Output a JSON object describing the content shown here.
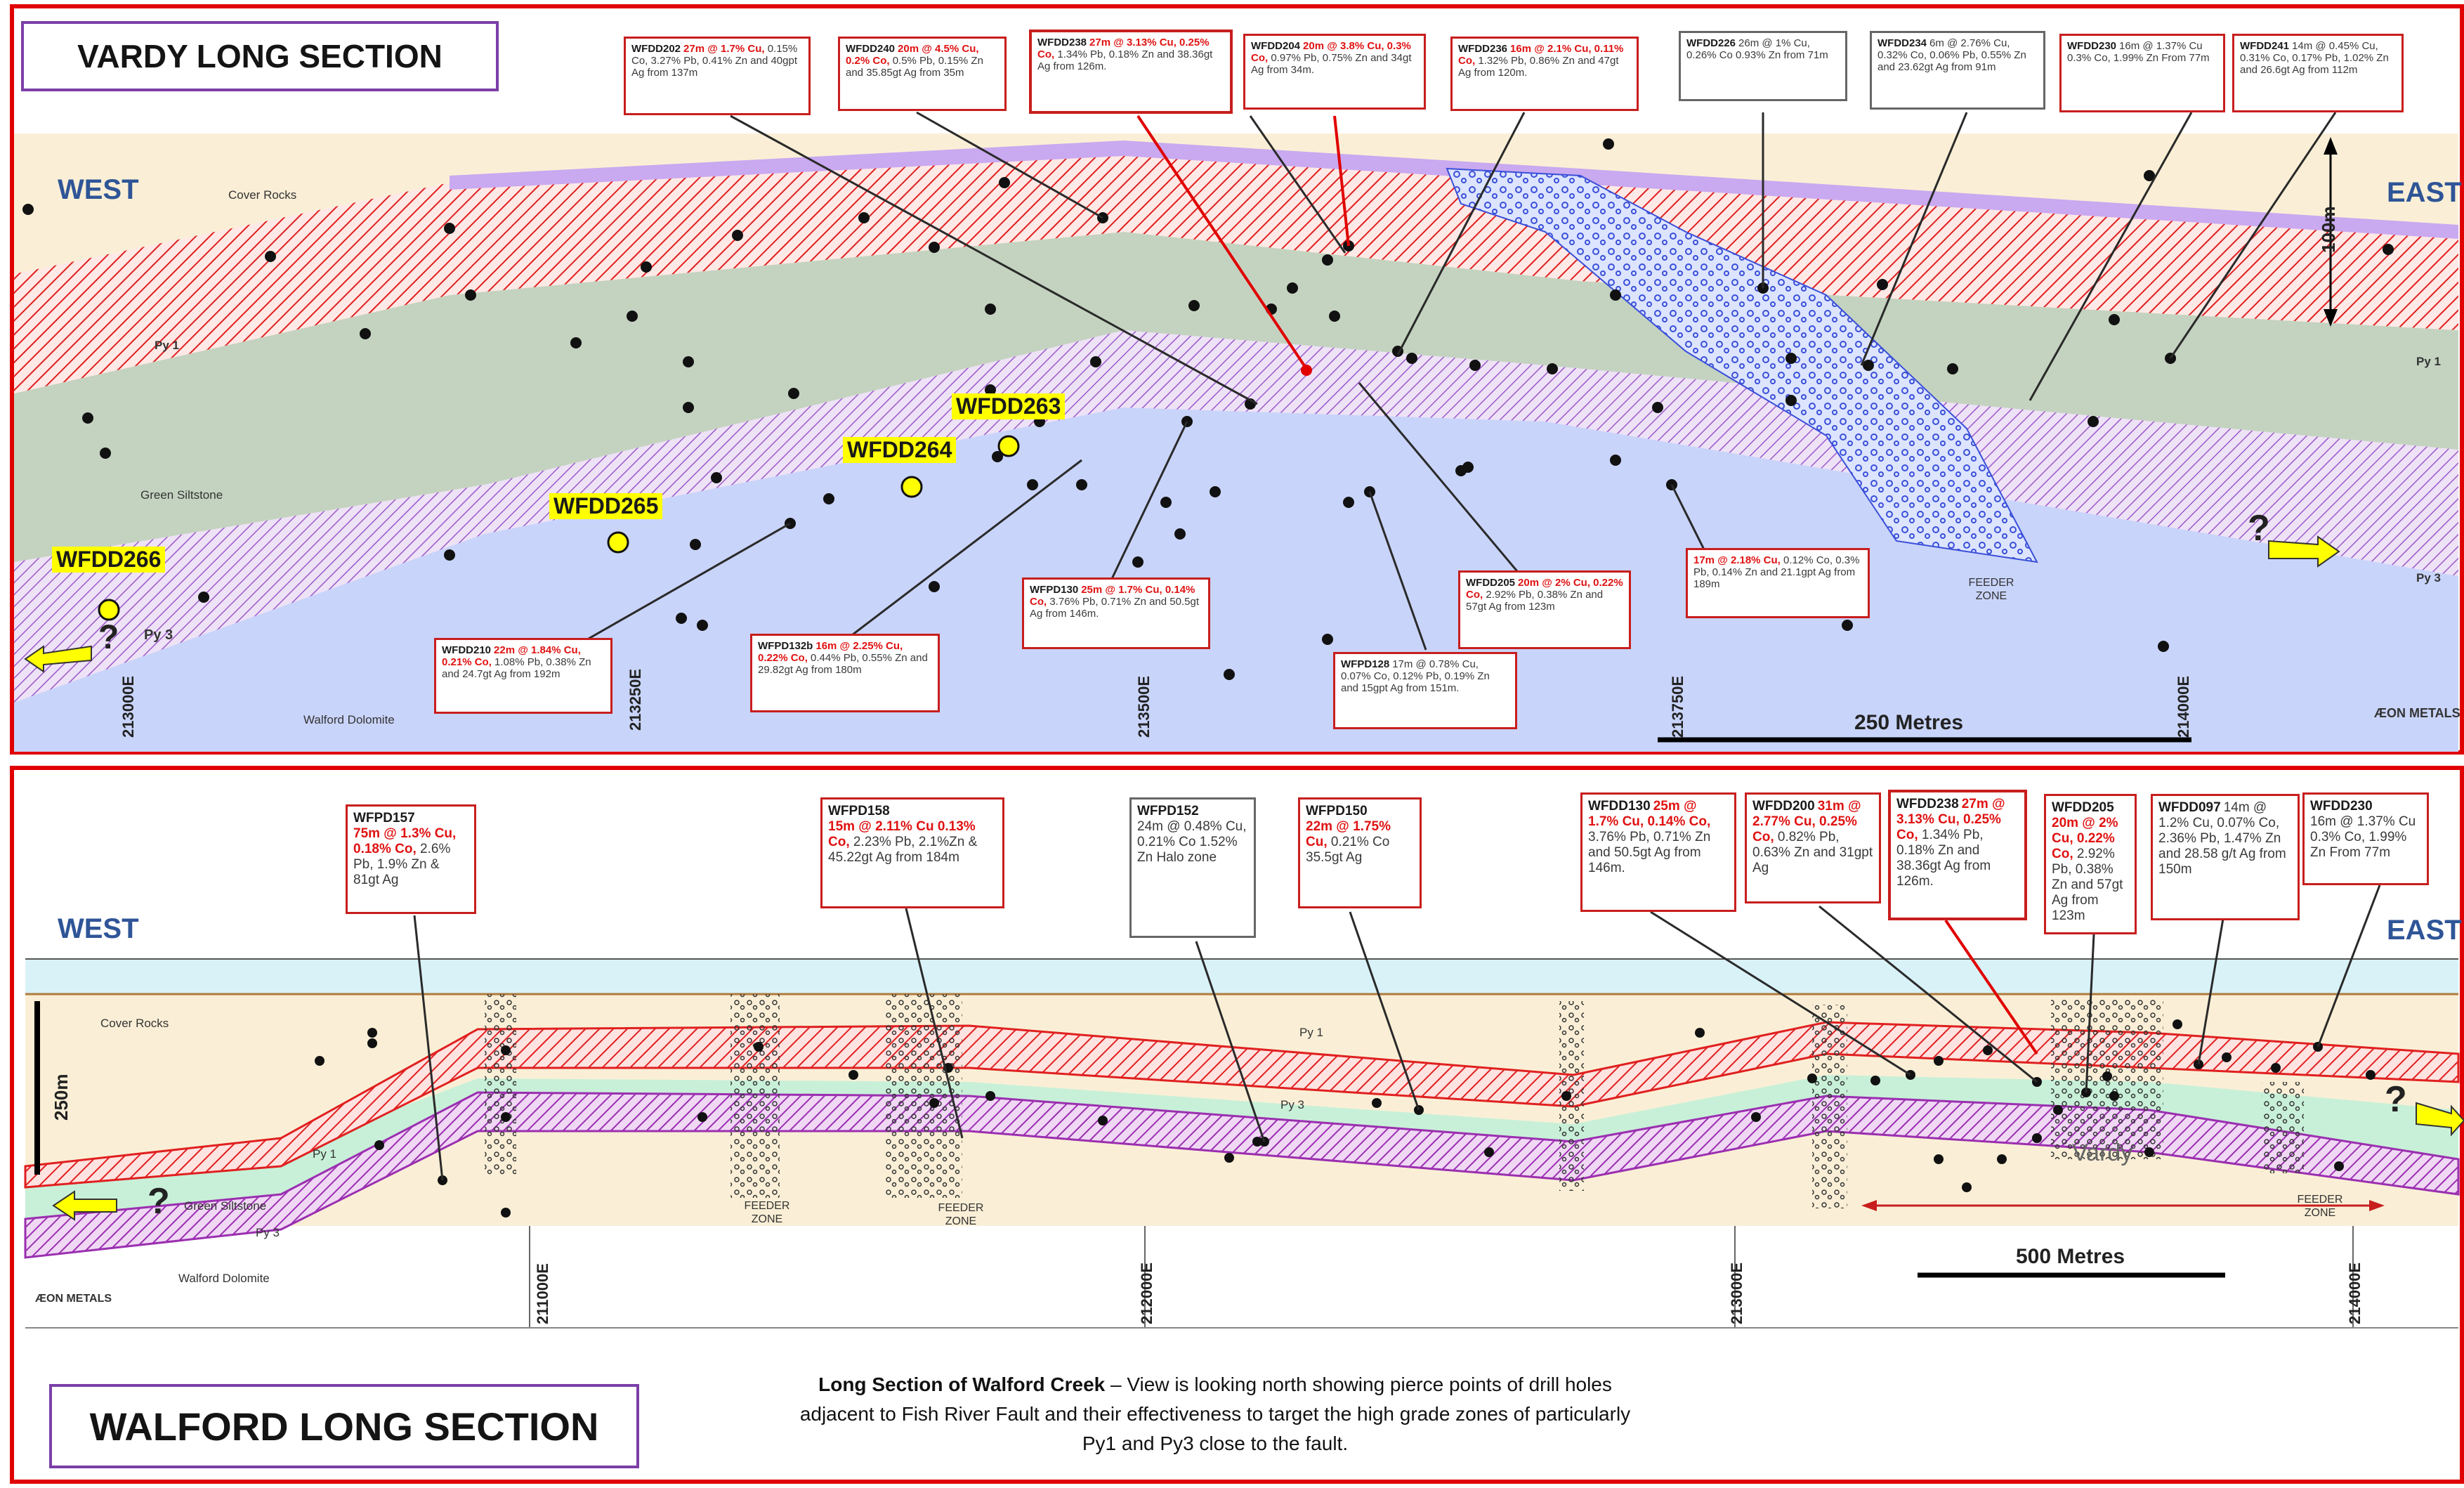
{
  "vardy": {
    "title": "VARDY LONG SECTION",
    "west": "WEST",
    "east": "EAST",
    "rocks": {
      "cover": "Cover Rocks",
      "py1_left": "Py 1",
      "py1_right": "Py 1",
      "green": "Green Siltstone",
      "py3_left": "Py 3",
      "py3_right": "Py 3",
      "dolomite": "Walford Dolomite",
      "feeder_1": "FEEDER",
      "feeder_2": "ZONE"
    },
    "vertical_scale": "100m",
    "scale_bar": "250 Metres",
    "eastings": [
      "213000E",
      "213250E",
      "213500E",
      "213750E",
      "214000E"
    ],
    "target_holes": [
      "WFDD263",
      "WFDD264",
      "WFDD265",
      "WFDD266"
    ],
    "logo": "ÆON METALS",
    "callouts_top": [
      {
        "hole": "WFDD202",
        "red": "27m @ 1.7% Cu,",
        "text": " 0.15% Co, 3.27% Pb, 0.41% Zn and 40gpt Ag from 137m"
      },
      {
        "hole": "WFDD240",
        "red": "20m @ 4.5% Cu, 0.2% Co,",
        "text": " 0.5% Pb, 0.15% Zn and 35.85gt Ag from 35m"
      },
      {
        "hole": "WFDD238",
        "red": "27m @ 3.13% Cu, 0.25% Co,",
        "text": " 1.34% Pb, 0.18% Zn and 38.36gt Ag from 126m."
      },
      {
        "hole": "WFDD204",
        "red": "20m @ 3.8% Cu, 0.3% Co,",
        "text": " 0.97% Pb, 0.75% Zn and 34gt Ag from 34m."
      },
      {
        "hole": "WFDD236",
        "red": "16m @ 2.1% Cu, 0.11% Co,",
        "text": " 1.32% Pb, 0.86% Zn and 47gt Ag from 120m."
      },
      {
        "hole": "WFDD226",
        "red": "",
        "text": "26m @ 1% Cu, 0.26% Co 0.93% Zn from 71m"
      },
      {
        "hole": "WFDD234",
        "red": "",
        "text": "6m @ 2.76% Cu, 0.32% Co, 0.06% Pb, 0.55% Zn and 23.62gt Ag from 91m"
      },
      {
        "hole": "WFDD230",
        "red": "",
        "text": "16m @ 1.37% Cu 0.3% Co, 1.99% Zn From 77m"
      },
      {
        "hole": "WFDD241",
        "red": "",
        "text": "14m @ 0.45% Cu, 0.31% Co, 0.17% Pb, 1.02% Zn and 26.6gt Ag from 112m"
      }
    ],
    "callouts_bottom": [
      {
        "hole": "WFDD210",
        "red": "22m @ 1.84% Cu, 0.21% Co,",
        "text": " 1.08% Pb, 0.38% Zn and 24.7gt Ag from 192m"
      },
      {
        "hole": "WFPD132b",
        "red": "16m @ 2.25% Cu, 0.22% Co,",
        "text": " 0.44% Pb, 0.55% Zn and 29.82gt Ag from 180m"
      },
      {
        "hole": "WFPD130",
        "red": "25m @ 1.7% Cu, 0.14% Co,",
        "text": " 3.76% Pb, 0.71% Zn and 50.5gt Ag from 146m."
      },
      {
        "hole": "WFPD128",
        "red": "",
        "text": "17m @ 0.78% Cu, 0.07% Co, 0.12% Pb, 0.19% Zn and 15gpt Ag from 151m."
      },
      {
        "hole": "WFDD205",
        "red": "20m @ 2% Cu, 0.22% Co,",
        "text": " 2.92% Pb, 0.38% Zn and 57gt Ag from 123m"
      },
      {
        "hole": "",
        "red": "17m @ 2.18% Cu,",
        "text": " 0.12% Co, 0.3% Pb, 0.14% Zn and 21.1gpt Ag from 189m"
      }
    ]
  },
  "walford": {
    "title": "WALFORD LONG SECTION",
    "west": "WEST",
    "east": "EAST",
    "rocks": {
      "cover": "Cover Rocks",
      "py1_left": "Py 1",
      "py1_right": "Py 1",
      "green": "Green  Siltstone",
      "py3_left": "Py 3",
      "py3_right": "Py 3",
      "dolomite": "Walford Dolomite",
      "vardy": "Vardy"
    },
    "feeder_zones": [
      "FEEDER ZONE",
      "FEEDER ZONE",
      "FEEDER ZONE"
    ],
    "vertical_scale": "250m",
    "scale_bar": "500 Metres",
    "eastings": [
      "211000E",
      "212000E",
      "213000E",
      "214000E"
    ],
    "logo": "ÆON METALS",
    "callouts": [
      {
        "hole": "WFPD157",
        "red": "75m @ 1.3% Cu, 0.18% Co,",
        "text": " 2.6% Pb, 1.9% Zn & 81gt Ag",
        "grey": false
      },
      {
        "hole": "WFPD158",
        "red": "15m @ 2.11% Cu 0.13% Co,",
        "text": " 2.23% Pb, 2.1%Zn & 45.22gt Ag from 184m",
        "grey": false
      },
      {
        "hole": "WFPD152",
        "red": "",
        "text": "24m @ 0.48% Cu, 0.21% Co 1.52% Zn Halo zone",
        "grey": true
      },
      {
        "hole": "WFPD150",
        "red": "22m @ 1.75% Cu,",
        "text": " 0.21% Co 35.5gt Ag",
        "grey": false
      },
      {
        "hole": "WFDD130",
        "red": "25m @ 1.7% Cu, 0.14% Co,",
        "text": " 3.76% Pb, 0.71% Zn and 50.5gt Ag from 146m.",
        "grey": false
      },
      {
        "hole": "WFDD200",
        "red": "31m @ 2.77% Cu, 0.25% Co,",
        "text": " 0.82% Pb, 0.63% Zn and 31gpt Ag",
        "grey": false
      },
      {
        "hole": "WFDD238",
        "red": "27m @ 3.13% Cu, 0.25% Co,",
        "text": " 1.34% Pb, 0.18% Zn and 38.36gt Ag from 126m.",
        "grey": false
      },
      {
        "hole": "WFDD205",
        "red": "20m @ 2% Cu, 0.22% Co,",
        "text": " 2.92% Pb, 0.38% Zn and 57gt Ag from 123m",
        "grey": false
      },
      {
        "hole": "WFDD097",
        "red": "",
        "text": "14m @ 1.2% Cu, 0.07% Co, 2.36% Pb, 1.47% Zn and 28.58 g/t Ag from 150m",
        "grey": false
      },
      {
        "hole": "WFDD230",
        "red": "",
        "text": "16m @ 1.37% Cu 0.3% Co, 1.99% Zn From 77m",
        "grey": false
      }
    ]
  },
  "caption": {
    "bold": "Long Section of Walford Creek",
    "rest": " – View is looking north showing pierce points of drill holes adjacent to Fish River Fault and their effectiveness to target the high grade zones of particularly Py1 and Py3 close to the fault."
  },
  "colors": {
    "frame_red": "#e00000",
    "cover": "#faefd6",
    "green_siltstone": "#c4d3c0",
    "dolomite": "#c9d4fa",
    "py1_hatch": "#e02020",
    "py3_hatch": "#9b59c9",
    "feeder_blue": "#3a4fd8",
    "highlight": "#ffff00",
    "direction": "#2f5597"
  }
}
